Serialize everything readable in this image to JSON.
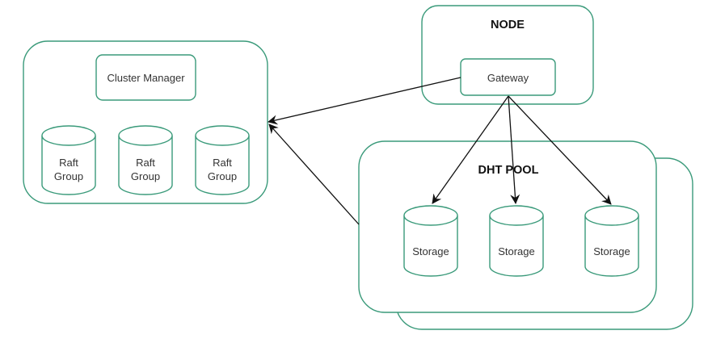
{
  "diagram": {
    "colors": {
      "stroke": "#3a9a7a",
      "arrow": "#111111",
      "text": "#333333"
    },
    "cluster": {
      "manager_label": "Cluster Manager",
      "raft_groups": [
        {
          "line1": "Raft",
          "line2": "Group"
        },
        {
          "line1": "Raft",
          "line2": "Group"
        },
        {
          "line1": "Raft",
          "line2": "Group"
        }
      ]
    },
    "node": {
      "title": "NODE",
      "gateway_label": "Gateway"
    },
    "dht_pool": {
      "title": "DHT POOL",
      "storages": [
        {
          "label": "Storage"
        },
        {
          "label": "Storage"
        },
        {
          "label": "Storage"
        }
      ]
    },
    "edges": [
      {
        "from": "Gateway",
        "to": "Cluster"
      },
      {
        "from": "DHT POOL",
        "to": "Cluster"
      },
      {
        "from": "Gateway",
        "to": "Storage 1"
      },
      {
        "from": "Gateway",
        "to": "Storage 2"
      },
      {
        "from": "Gateway",
        "to": "Storage 3"
      }
    ]
  }
}
